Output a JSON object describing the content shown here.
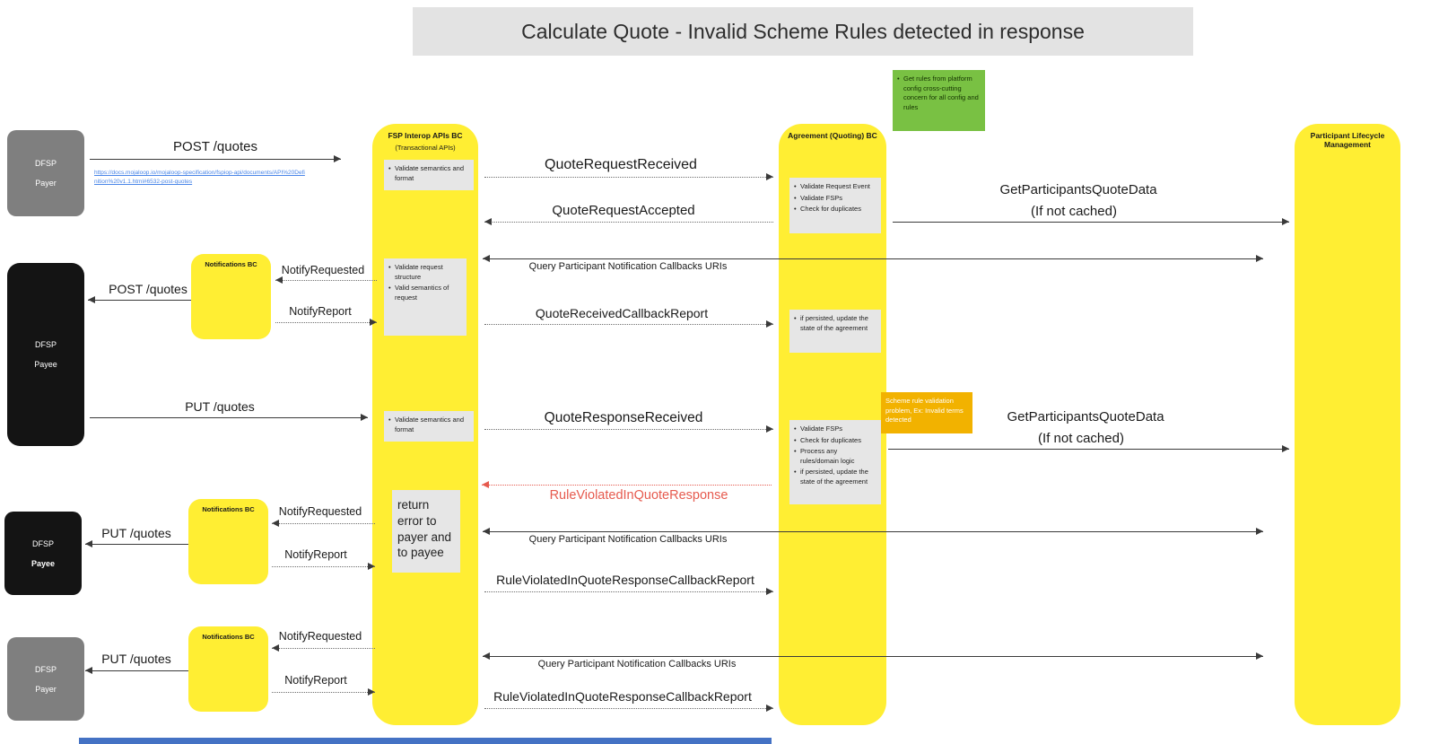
{
  "title": "Calculate Quote - Invalid Scheme Rules detected in response",
  "actors": {
    "payer": {
      "line1": "DFSP",
      "line2": "Payer"
    },
    "payee": {
      "line1": "DFSP",
      "line2": "Payee"
    }
  },
  "lifelines": {
    "notifications": "Notifications BC",
    "fsp_interop": {
      "title": "FSP Interop APIs BC",
      "subtitle": "(Transactional APIs)"
    },
    "agreement": "Agreement (Quoting) BC",
    "participant": "Participant Lifecycle Management"
  },
  "messages": {
    "post_quotes": "POST /quotes",
    "put_quotes": "PUT /quotes",
    "quote_request_received": "QuoteRequestReceived",
    "quote_request_accepted": "QuoteRequestAccepted",
    "get_participants": "GetParticipantsQuoteData",
    "if_not_cached": "(If not cached)",
    "query_callbacks": "Query Participant Notification Callbacks URIs",
    "notify_requested": "NotifyRequested",
    "notify_report": "NotifyReport",
    "quote_received_callback": "QuoteReceivedCallbackReport",
    "quote_response_received": "QuoteResponseReceived",
    "rule_violated": "RuleViolatedInQuoteResponse",
    "rule_violated_callback": "RuleViolatedInQuoteResponseCallbackReport"
  },
  "link": "https://docs.mojaloop.io/mojaloop-specification/fspiop-api/documents/API%20Definition%20v1.1.html#6532-post-quotes",
  "notes": {
    "green": [
      "Get rules from platform config cross-cutting concern for all config and rules"
    ],
    "validate_semantics": [
      "Validate semantics and format"
    ],
    "validate_request_event": [
      "Validate Request Event",
      "Validate FSPs",
      "Check for duplicates"
    ],
    "validate_request_structure": [
      "Validate request structure",
      "Valid semantics of request"
    ],
    "if_persisted": [
      "if persisted, update the state of the agreement"
    ],
    "validate_fsps_full": [
      "Validate FSPs",
      "Check for duplicates",
      "Process any rules/domain logic",
      "if persisted, update the state of the agreement"
    ],
    "return_error": "return error to payer and to payee",
    "scheme_rule": "Scheme rule validation problem, Ex: Invalid terms detected"
  },
  "colors": {
    "lifeline_yellow": "#FFEE33",
    "note_gray": "#E6E6E6",
    "green_note": "#79C143",
    "orange_note": "#F2B200",
    "error_red": "#E65A4E",
    "link_blue": "#4A86E8",
    "actor_gray": "#7F7F7F",
    "actor_black": "#141414"
  }
}
